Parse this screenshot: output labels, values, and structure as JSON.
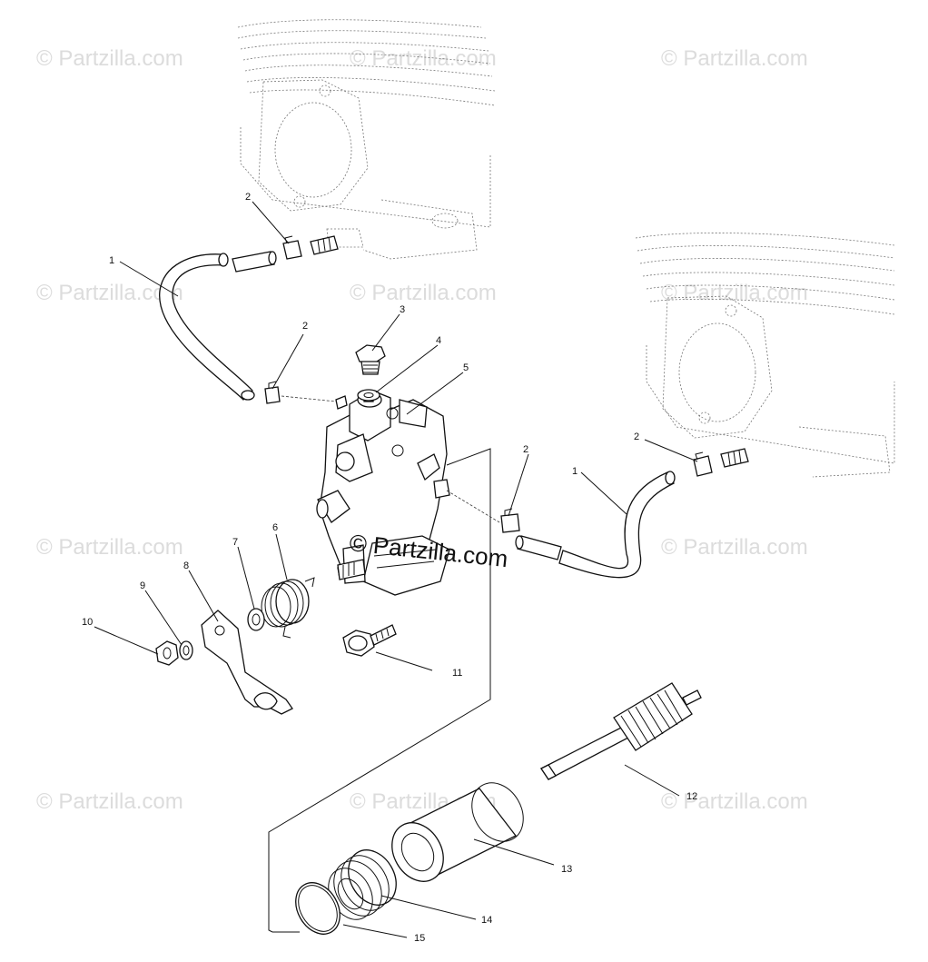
{
  "watermark": {
    "text": "© Partzilla.com",
    "center_text": "© Partzilla.com"
  },
  "callouts": [
    {
      "number": "1",
      "part": "hose"
    },
    {
      "number": "1",
      "part": "hose"
    },
    {
      "number": "2",
      "part": "clamp"
    },
    {
      "number": "2",
      "part": "clamp"
    },
    {
      "number": "2",
      "part": "clamp"
    },
    {
      "number": "2",
      "part": "clamp"
    },
    {
      "number": "3",
      "part": "bolt"
    },
    {
      "number": "4",
      "part": "washer"
    },
    {
      "number": "5",
      "part": "oil-pump"
    },
    {
      "number": "6",
      "part": "spring"
    },
    {
      "number": "7",
      "part": "washer"
    },
    {
      "number": "8",
      "part": "lever"
    },
    {
      "number": "9",
      "part": "washer"
    },
    {
      "number": "10",
      "part": "nut"
    },
    {
      "number": "11",
      "part": "bolt"
    },
    {
      "number": "12",
      "part": "drive-shaft"
    },
    {
      "number": "13",
      "part": "collar"
    },
    {
      "number": "14",
      "part": "spring"
    },
    {
      "number": "15",
      "part": "snap-ring"
    }
  ]
}
